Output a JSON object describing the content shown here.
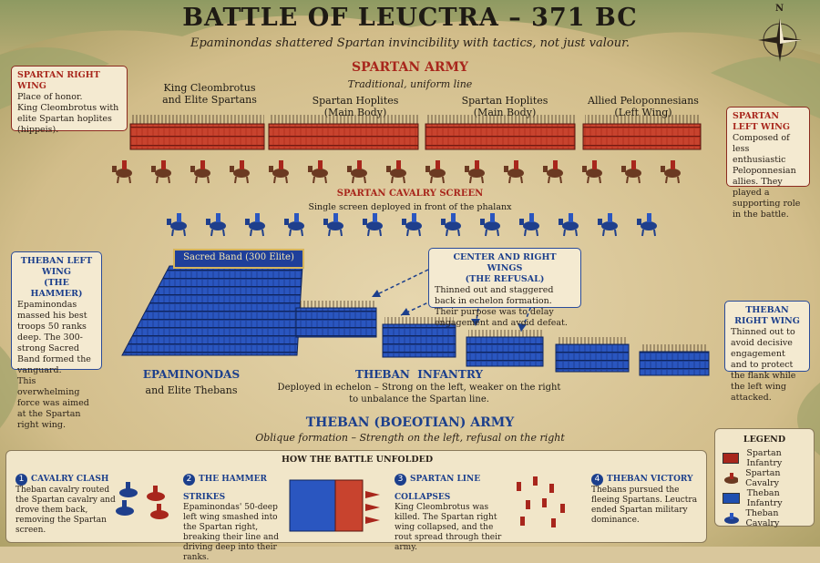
{
  "header": {
    "title": "BATTLE OF LEUCTRA – 371 BC",
    "subtitle": "Epaminondas shattered Spartan invincibility with tactics, not just valour."
  },
  "compass": {
    "north": "N",
    "icon": "compass-rose-icon"
  },
  "spartan_army": {
    "title": "SPARTAN ARMY",
    "subtitle": "Traditional, uniform line",
    "blocks": [
      {
        "label": "King Cleombrotus\nand Elite Spartans"
      },
      {
        "label": "Spartan Hoplites\n(Main Body)"
      },
      {
        "label": "Spartan Hoplites\n(Main Body)"
      },
      {
        "label": "Allied Peloponnesians\n(Left Wing)"
      }
    ],
    "cavalry_title": "SPARTAN CAVALRY SCREEN",
    "cavalry_sub": "Single screen deployed in front of the phalanx"
  },
  "callouts": {
    "spartan_right": {
      "title": "SPARTAN RIGHT WING",
      "text": "Place of honor.\nKing Cleombrotus with elite Spartan hoplites (hippeis)."
    },
    "spartan_left": {
      "title": "SPARTAN LEFT WING",
      "text": "Composed of less enthusiastic Peloponnesian allies. They played a supporting role in the battle."
    },
    "theban_left": {
      "title": "THEBAN LEFT WING\n(THE HAMMER)",
      "text": "Epaminondas massed his best troops 50 ranks deep. The 300-strong Sacred Band formed the vanguard.\nThis overwhelming force was aimed at the Spartan right wing."
    },
    "center_right": {
      "title": "CENTER AND RIGHT WINGS\n(THE REFUSAL)",
      "text": "Thinned out and staggered back in echelon formation. Their purpose was to delay engagement and avoid defeat."
    },
    "theban_right": {
      "title": "THEBAN RIGHT WING",
      "text": "Thinned out to avoid decisive engagement and to protect the flank while the left wing attacked."
    }
  },
  "sacred_band": "Sacred Band (300 Elite)",
  "theban": {
    "epaminondas_title": "EPAMINONDAS",
    "epaminondas_sub": "and Elite Thebans",
    "infantry_title": "THEBAN  INFANTRY",
    "infantry_sub": "Deployed in echelon – Strong on the left, weaker on the right\nto unbalance the Spartan line.",
    "army_title": "THEBAN (BOEOTIAN) ARMY",
    "army_sub": "Oblique formation – Strength on the left, refusal on the right"
  },
  "how": {
    "title": "HOW THE BATTLE UNFOLDED",
    "steps": [
      {
        "num": "1",
        "title": "CAVALRY CLASH",
        "text": "Theban cavalry routed the Spartan cavalry and drove them back, removing the Spartan screen."
      },
      {
        "num": "2",
        "title": "THE HAMMER STRIKES",
        "text": "Epaminondas' 50-deep left wing smashed into the Spartan right, breaking their line and driving deep into their ranks."
      },
      {
        "num": "3",
        "title": "SPARTAN LINE COLLAPSES",
        "text": "King Cleombrotus was killed. The Spartan right wing collapsed, and the rout spread through their army."
      },
      {
        "num": "4",
        "title": "THEBAN VICTORY",
        "text": "Thebans pursued the fleeing Spartans. Leuctra ended Spartan military dominance."
      }
    ]
  },
  "legend": {
    "title": "LEGEND",
    "items": [
      {
        "label": "Spartan Infantry",
        "color": "#a8261c",
        "kind": "infantry"
      },
      {
        "label": "Spartan Cavalry",
        "color": "#6b3a22",
        "kind": "cavalry"
      },
      {
        "label": "Theban Infantry",
        "color": "#1f4fb0",
        "kind": "infantry"
      },
      {
        "label": "Theban Cavalry",
        "color": "#1f3f8c",
        "kind": "cavalry"
      }
    ]
  },
  "colors": {
    "spartan": "#b3301f",
    "theban": "#1f4fb0",
    "ground": "#d9c79c"
  }
}
